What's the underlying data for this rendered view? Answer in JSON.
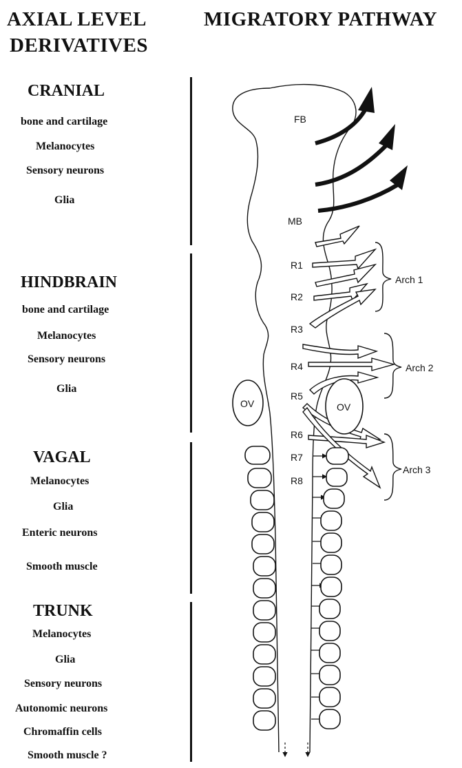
{
  "headers": {
    "left_line1": "AXIAL LEVEL",
    "left_line2": "DERIVATIVES",
    "right": "MIGRATORY PATHWAY"
  },
  "sections": [
    {
      "title": "CRANIAL",
      "items": [
        "bone and cartilage",
        "Melanocytes",
        "Sensory neurons",
        "Glia"
      ]
    },
    {
      "title": "HINDBRAIN",
      "items": [
        "bone and cartilage",
        "Melanocytes",
        "Sensory neurons",
        "Glia"
      ]
    },
    {
      "title": "VAGAL",
      "items": [
        "Melanocytes",
        "Glia",
        "Enteric neurons",
        "Smooth muscle"
      ]
    },
    {
      "title": "TRUNK",
      "items": [
        "Melanocytes",
        "Glia",
        "Sensory neurons",
        "Autonomic neurons",
        "Chromaffin cells",
        "Smooth muscle ?"
      ]
    }
  ],
  "diagram": {
    "regions": {
      "forebrain": "FB",
      "midbrain": "MB",
      "otic_left": "OV",
      "otic_right": "OV"
    },
    "rhombomeres": [
      "R1",
      "R2",
      "R3",
      "R4",
      "R5",
      "R6",
      "R7",
      "R8"
    ],
    "arches": [
      "Arch 1",
      "Arch 2",
      "Arch 3"
    ]
  }
}
